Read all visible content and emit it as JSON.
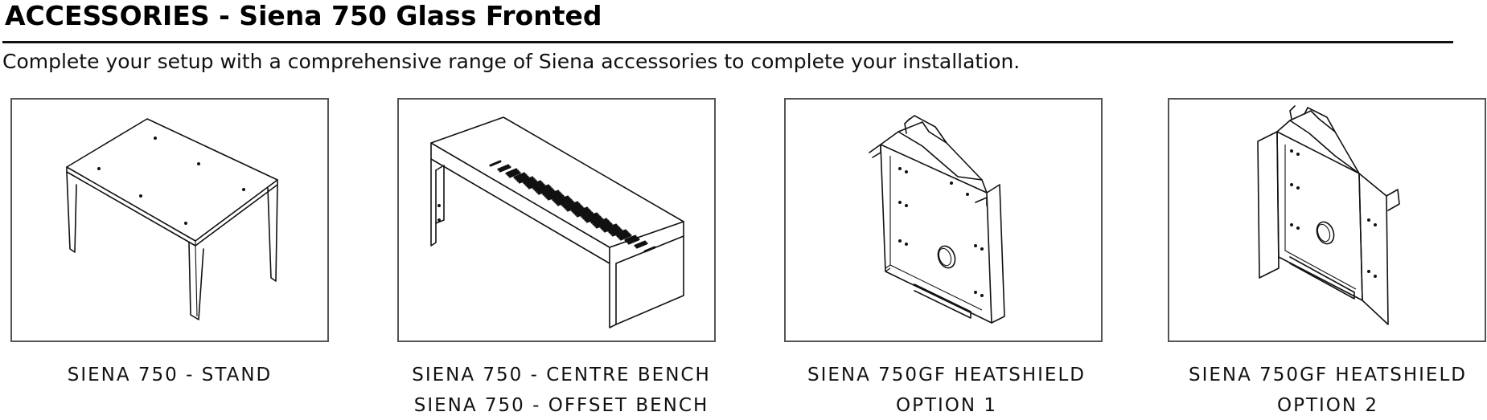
{
  "header": {
    "title": "ACCESSORIES - Siena 750 Glass Fronted",
    "subtitle": "Complete your setup with a comprehensive range of Siena accessories to complete your installation."
  },
  "accessories": [
    {
      "image_icon": "stand-drawing",
      "caption_lines": [
        "SIENA 750 - STAND"
      ]
    },
    {
      "image_icon": "bench-drawing",
      "caption_lines": [
        "SIENA 750 - CENTRE BENCH",
        "SIENA 750 - OFFSET BENCH"
      ]
    },
    {
      "image_icon": "heatshield-option-1-drawing",
      "caption_lines": [
        "SIENA 750GF HEATSHIELD",
        "OPTION 1"
      ]
    },
    {
      "image_icon": "heatshield-option-2-drawing",
      "caption_lines": [
        "SIENA 750GF HEATSHIELD",
        "OPTION 2"
      ]
    }
  ],
  "colors": {
    "text": "#000000",
    "frame_border": "#555555",
    "rule": "#111111"
  }
}
